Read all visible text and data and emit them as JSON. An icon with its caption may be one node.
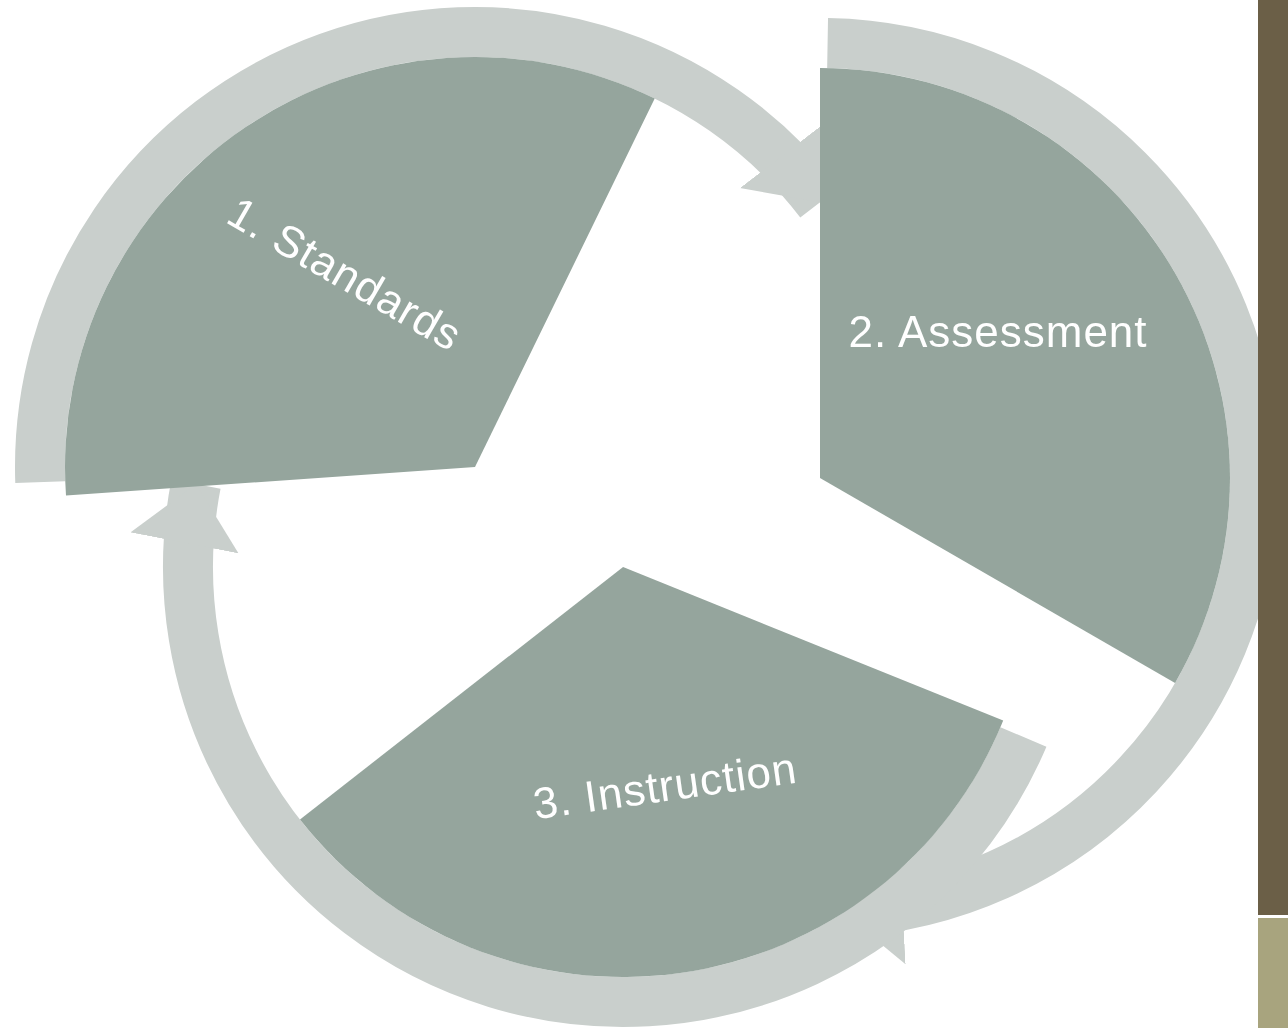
{
  "diagram": {
    "nodes": [
      {
        "text": [
          "1. Standards"
        ]
      },
      {
        "text": [
          "2. Assessment"
        ]
      },
      {
        "text": [
          "3. Instruction"
        ]
      },
      {
        "text": [],
        "shape": "bar"
      },
      {
        "text": [],
        "shape": "bar"
      }
    ],
    "edges": [
      {
        "from": 0,
        "to": 1,
        "arrow": "to"
      },
      {
        "from": 1,
        "to": 2,
        "arrow": "to"
      },
      {
        "from": 2,
        "to": 0,
        "arrow": "to"
      }
    ]
  }
}
